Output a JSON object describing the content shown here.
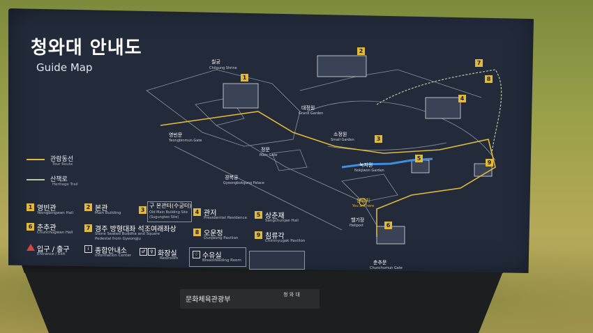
{
  "sign": {
    "title_ko": "청와대 안내도",
    "title_en": "Guide Map",
    "legend": {
      "tour_route_ko": "관람동선",
      "tour_route_en": "Tour Route",
      "heritage_trail_ko": "산책로",
      "heritage_trail_en": "Heritage Trail",
      "tour_route_color": "#e2b93b",
      "heritage_trail_color": "#b9c9a0"
    },
    "keys": [
      {
        "num": "1",
        "ko": "영빈관",
        "en": "Yeongbingwan Hall"
      },
      {
        "num": "2",
        "ko": "본관",
        "en": "Main Building"
      },
      {
        "num": "3",
        "ko": "구 본관터(수궁터)",
        "en": "Old Main Building Site (Sugungteo Site)"
      },
      {
        "num": "4",
        "ko": "관저",
        "en": "Presidential Residence"
      },
      {
        "num": "5",
        "ko": "상춘재",
        "en": "Sangchunjae Hall"
      },
      {
        "num": "6",
        "ko": "춘추관",
        "en": "Chunchugwan Hall"
      },
      {
        "num": "7",
        "ko": "경주 방형대좌 석조여래좌상",
        "en": "Stone Seated Buddha and Square Pedestal from Gyeongju"
      },
      {
        "num": "8",
        "ko": "오운정",
        "en": "Ounjeong Pavilion"
      },
      {
        "num": "9",
        "ko": "침류각",
        "en": "Chimnyugak Pavilion"
      }
    ],
    "extra_keys": {
      "entrance_ko": "입구 / 출구",
      "entrance_en": "Entrance / Exit",
      "info_ko": "종합안내소",
      "info_en": "Information Center",
      "restroom_ko": "화장실",
      "restroom_en": "Restroom",
      "nursing_ko": "수유실",
      "nursing_en": "Breastfeeding Room",
      "info_icon": "info-icon",
      "restroom_icon": "restroom-icon",
      "nursing_icon": "nursing-icon",
      "entrance_icon": "entrance-triangle-icon"
    },
    "map_labels": {
      "chilgung_ko": "칠궁",
      "chilgung_en": "Chilgung Shrine",
      "yeongbinmun_ko": "영빈문",
      "yeongbinmun_en": "Yeongbinmun Gate",
      "daejeongwon_ko": "대정원",
      "daejeongwon_en": "Grand Garden",
      "sojeongwon_ko": "소정원",
      "sojeongwon_en": "Small Garden",
      "jeongmun_ko": "정문",
      "jeongmun_en": "Main Gate",
      "gyeongbokgung_ko": "경복궁",
      "gyeongbokgung_en": "Gyeongbokgung Palace",
      "nokjiwon_ko": "녹지원",
      "nokjiwon_en": "Nokjiwon Garden",
      "here_ko": "현위치",
      "here_en": "You are here",
      "heliport_ko": "헬기장",
      "heliport_en": "Heliport",
      "chunchumun_ko": "춘추문",
      "chunchumun_en": "Chunchumun Gate"
    },
    "footer": {
      "ministry": "문화체육관광부",
      "emblem_text": "청 와 대"
    }
  }
}
